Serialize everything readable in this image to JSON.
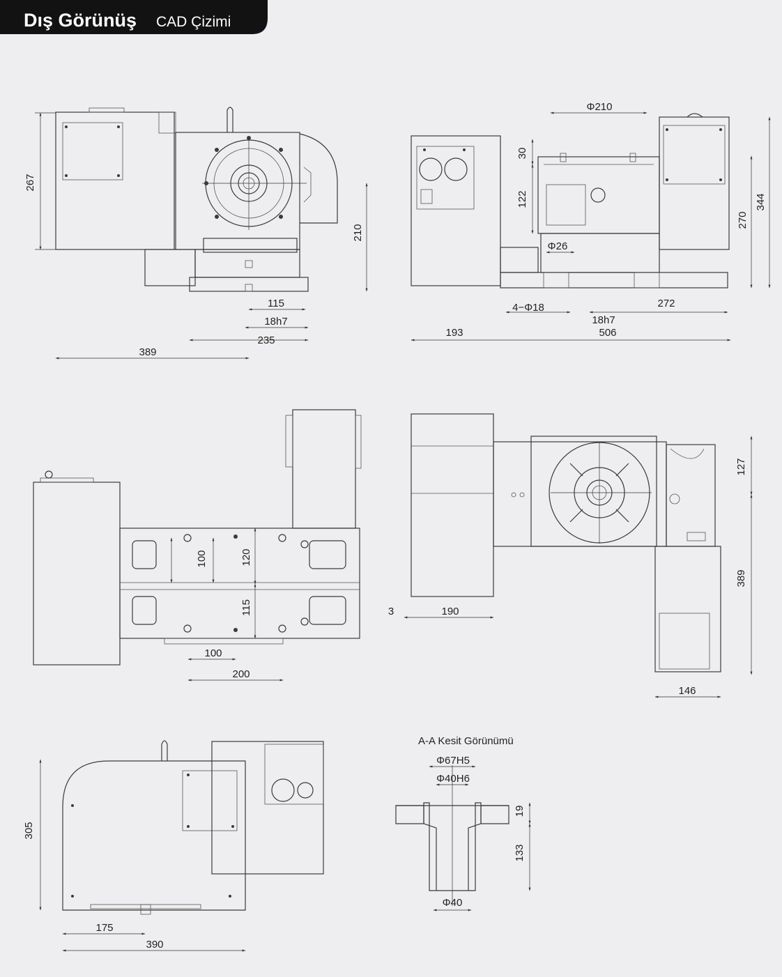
{
  "header": {
    "title": "Dış Görünüş",
    "subtitle": "CAD Çizimi"
  },
  "section_title": "A-A Kesit Görünümü",
  "dims": {
    "d267": "267",
    "d210": "210",
    "d389a": "389",
    "d115a": "115",
    "d18h7a": "18h7",
    "d235": "235",
    "phi210": "Φ210",
    "d30": "30",
    "d122": "122",
    "phi26": "Φ26",
    "d4phi18": "4−Φ18",
    "d18h7b": "18h7",
    "d272": "272",
    "d193": "193",
    "d506": "506",
    "d270": "270",
    "d344": "344",
    "d100a": "100",
    "d120": "120",
    "d115b": "115",
    "d100b": "100",
    "d200": "200",
    "d127": "127",
    "d389b": "389",
    "d3": "3",
    "d190": "190",
    "d146": "146",
    "d305": "305",
    "d175": "175",
    "d390": "390",
    "phi67h5": "Φ67H5",
    "phi40h6": "Φ40H6",
    "d19": "19",
    "d133": "133",
    "phi40": "Φ40"
  },
  "colors": {
    "background": "#eeeef0",
    "header_bg": "#121212",
    "line": "#3a3a3a"
  }
}
